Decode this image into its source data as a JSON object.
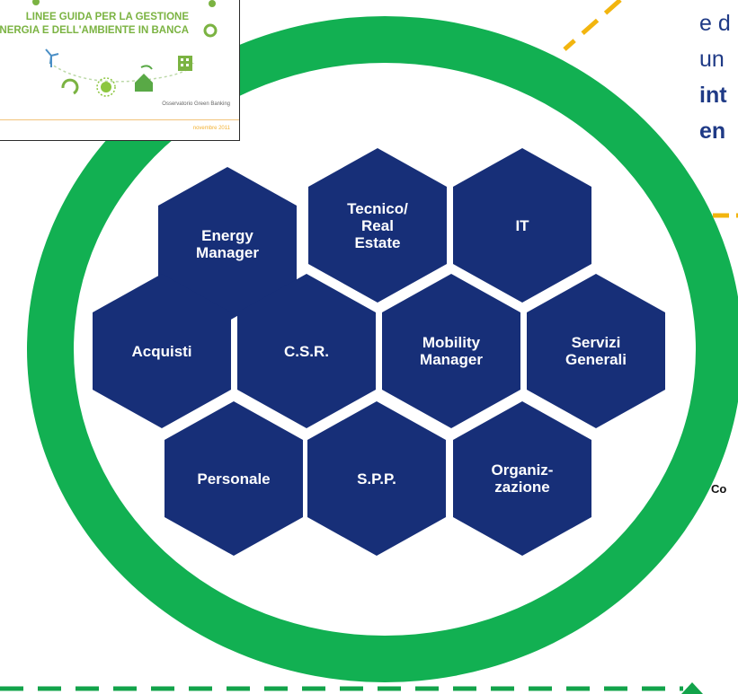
{
  "cover": {
    "title_line1": "LINEE GUIDA PER LA GESTIONE",
    "title_line2": "'ENERGIA E DELL'AMBIENTE IN BANCA",
    "publisher": "Osservatorio Green Banking",
    "date": "novembre 2011"
  },
  "right_text": {
    "line1": "e d",
    "line2": "un",
    "line3": "int",
    "line4": "en"
  },
  "side_label": "Co",
  "hexagons": [
    {
      "label": "Energy\nManager"
    },
    {
      "label": "Tecnico/\nReal\nEstate"
    },
    {
      "label": "IT"
    },
    {
      "label": "Acquisti"
    },
    {
      "label": "C.S.R."
    },
    {
      "label": "Mobility\nManager"
    },
    {
      "label": "Servizi\nGenerali"
    },
    {
      "label": "Personale"
    },
    {
      "label": "S.P.P."
    },
    {
      "label": "Organiz-\nzazione"
    }
  ],
  "colors": {
    "ring": "#12b052",
    "hexagon": "#172f78",
    "dash_yellow": "#f2b50f",
    "dash_green": "#12a34a",
    "cover_accent": "#7bb342"
  }
}
